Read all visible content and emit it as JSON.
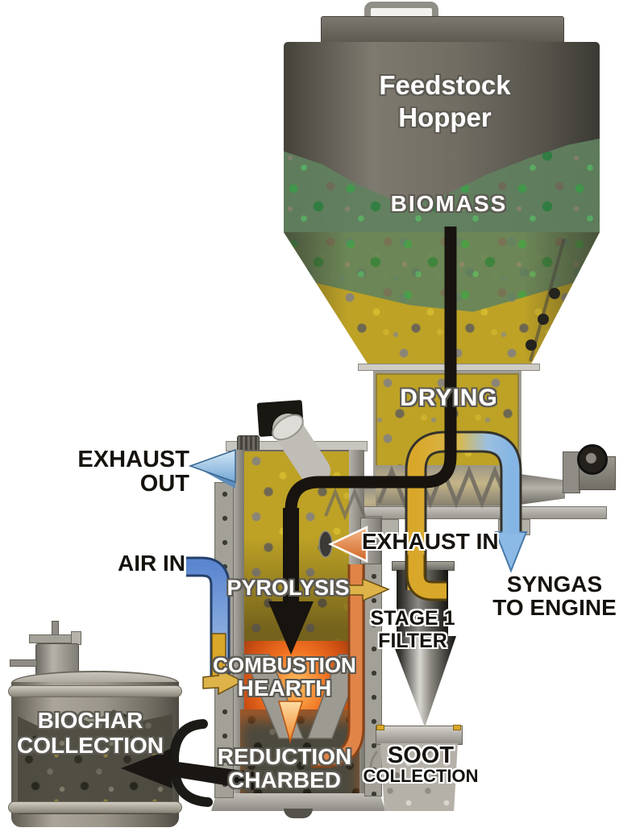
{
  "diagram": {
    "type": "biomass-gasifier-process-flow",
    "hopper": {
      "title": "Feedstock Hopper",
      "content": "BIOMASS"
    },
    "dryer": {
      "label": "DRYING"
    },
    "reactor": {
      "pyrolysis": "PYROLYSIS",
      "combustion1": "COMBUSTION",
      "combustion2": "HEARTH",
      "reduction1": "REDUCTION",
      "reduction2": "CHARBED"
    },
    "filter": {
      "line1": "STAGE 1",
      "line2": "FILTER"
    },
    "soot": {
      "line1": "SOOT",
      "line2": "COLLECTION"
    },
    "biochar": {
      "line1": "BIOCHAR",
      "line2": "COLLECTION"
    },
    "flows": {
      "exhaust_out1": "EXHAUST",
      "exhaust_out2": "OUT",
      "air_in": "AIR IN",
      "exhaust_in": "EXHAUST IN",
      "syngas1": "SYNGAS",
      "syngas2": "TO ENGINE"
    },
    "colors": {
      "biomass_flow": "#17130e",
      "hot_gas_pipe": "#d9a72a",
      "cooled_syngas": "#8cbae6",
      "air_in_pipe": "#5b86d0",
      "exhaust_out_arrow": "#aed1ee",
      "exhaust_in_arrow": "#e8935a",
      "combustion_glow": "#f07020",
      "raw_biomass_green": "#41a04f",
      "dried_biomass_yellow": "#c7a41e"
    }
  }
}
